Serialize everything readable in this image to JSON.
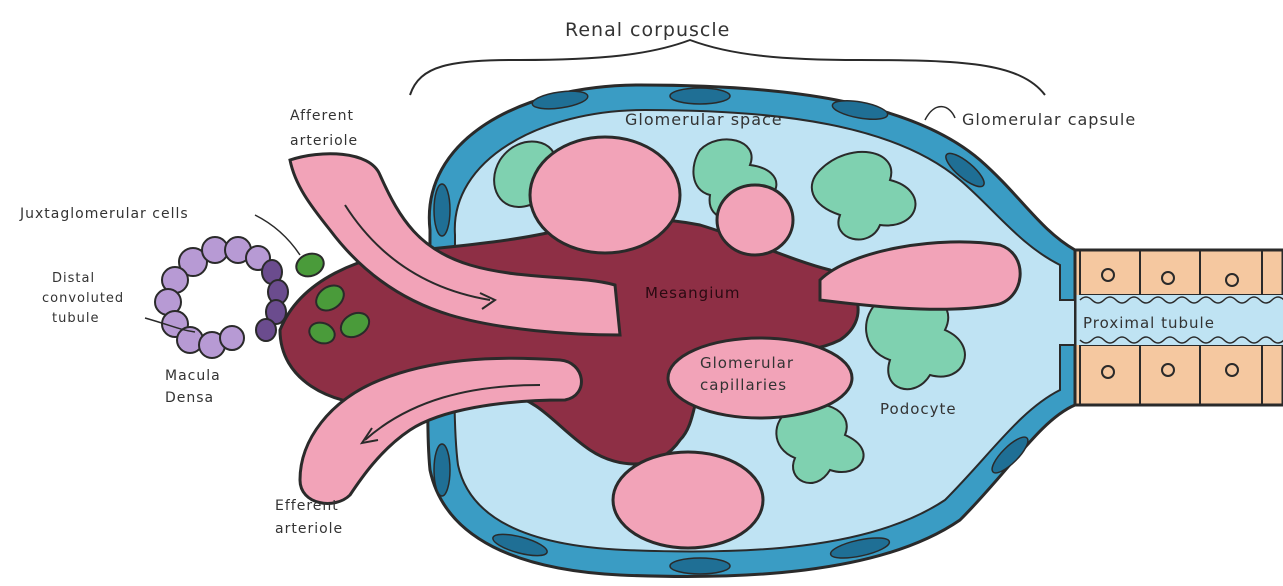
{
  "labels": {
    "renal_corpuscle": "Renal corpuscle",
    "glomerular_space": "Glomerular space",
    "glomerular_capsule": "Glomerular capsule",
    "afferent_arteriole_l1": "Afferent",
    "afferent_arteriole_l2": "arteriole",
    "juxtaglomerular_cells": "Juxtaglomerular cells",
    "distal_tubule_l1": "Distal",
    "distal_tubule_l2": "convoluted",
    "distal_tubule_l3": "tubule",
    "mesangium": "Mesangium",
    "proximal_tubule": "Proximal tubule",
    "glomerular_capillaries_l1": "Glomerular",
    "glomerular_capillaries_l2": "capillaries",
    "podocyte": "Podocyte",
    "macula_densa_l1": "Macula",
    "macula_densa_l2": "Densa",
    "efferent_arteriole_l1": "Efferent",
    "efferent_arteriole_l2": "arteriole"
  },
  "colors": {
    "capsule_outer": "#3a9cc4",
    "capsule_inner": "#bfe3f3",
    "capsule_cells": "#1f6f95",
    "capillary": "#f2a3b8",
    "mesangium": "#8e2f45",
    "podocyte": "#7fd1b0",
    "jg_cells": "#4a9b3a",
    "distal_tubule": "#b79ad4",
    "proximal_tubule": "#f5c8a0",
    "outline": "#2a2a2a"
  }
}
